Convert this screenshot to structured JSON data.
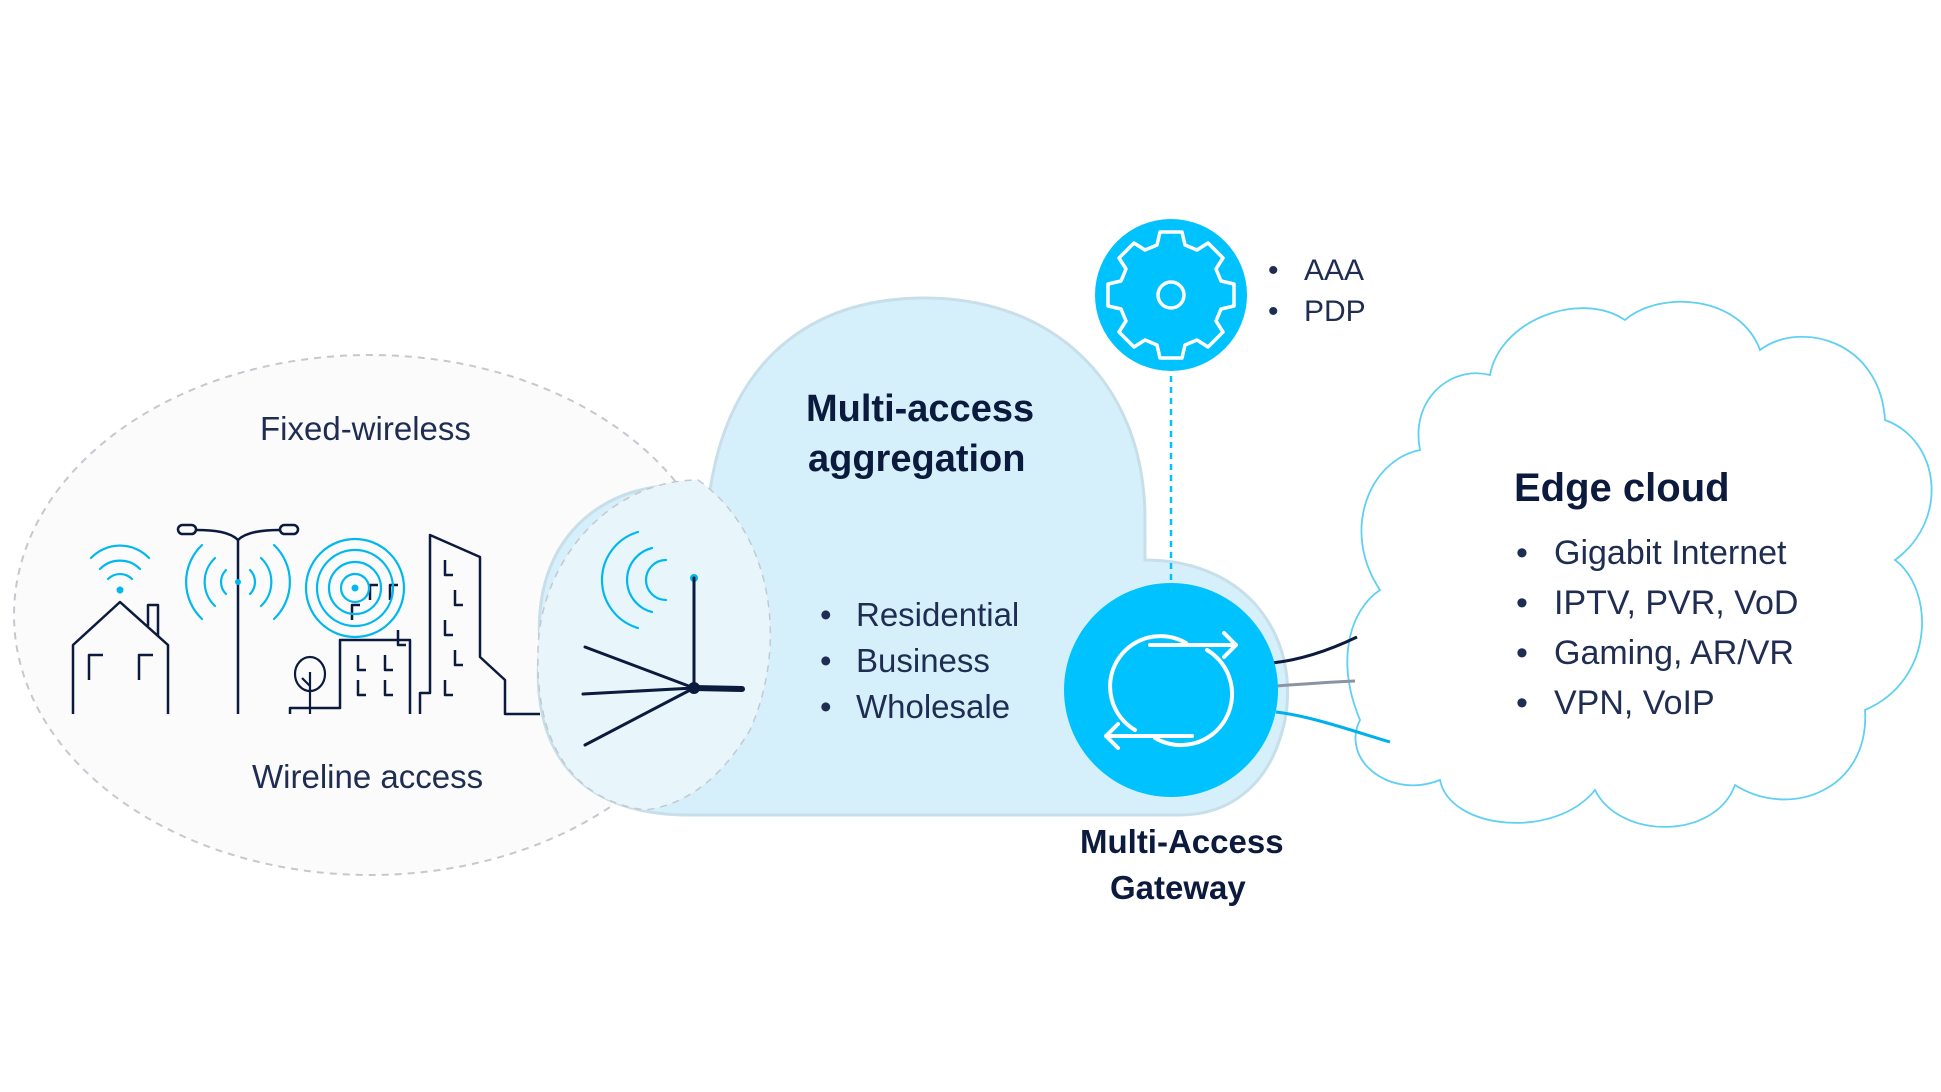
{
  "access": {
    "fixed_wireless_label": "Fixed-wireless",
    "wireline_label": "Wireline access"
  },
  "aggregation": {
    "title_line1": "Multi-access",
    "title_line2": "aggregation",
    "bullets": [
      "Residential",
      "Business",
      "Wholesale"
    ]
  },
  "policy": {
    "icon": "gear-icon",
    "bullets": [
      "AAA",
      "PDP"
    ]
  },
  "gateway": {
    "icon": "sync-arrows-icon",
    "label_line1": "Multi-Access",
    "label_line2": "Gateway"
  },
  "edge_cloud": {
    "title": "Edge cloud",
    "bullets": [
      "Gigabit Internet",
      "IPTV, PVR, VoD",
      "Gaming, AR/VR",
      "VPN, VoIP"
    ]
  },
  "colors": {
    "accent": "#00c2ff",
    "aggregation_fill": "#d5f0fb",
    "dark_line": "#0b1a3d",
    "cloud_outline": "#5fd0f3",
    "ellipse_dash": "#c5c8cf"
  }
}
